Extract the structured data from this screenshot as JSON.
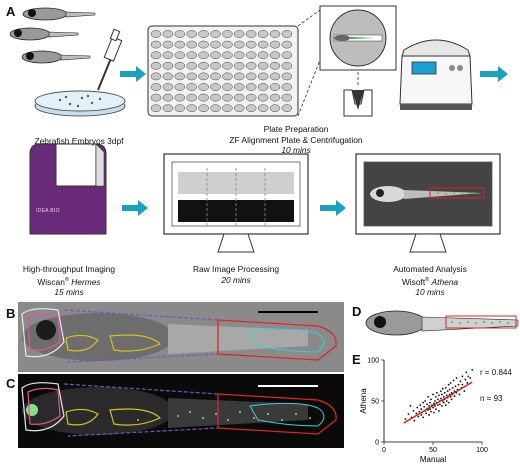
{
  "panels": {
    "A": "A",
    "B": "B",
    "C": "C",
    "D": "D",
    "E": "E"
  },
  "steps": {
    "embryos": {
      "line1": "Zebrafish Embryos 3dpf"
    },
    "plate": {
      "line1": "Plate Preparation",
      "line2": "ZF Alignment Plate & Centrifugation",
      "time": "10 mins"
    },
    "imaging": {
      "line1": "High-throughput Imaging",
      "brand": "Wiscan",
      "reg": "®",
      "product": "Hermes",
      "time": "15 mins"
    },
    "raw": {
      "line1": "Raw Image Processing",
      "time": "20 mins"
    },
    "analysis": {
      "line1": "Automated Analysis",
      "brand": "Wisoft",
      "reg": "®",
      "product": "Athena",
      "time": "10 mins"
    }
  },
  "device_label": "IDEA BIO",
  "chart_data": {
    "type": "scatter",
    "xlabel": "Manual",
    "ylabel": "Athena",
    "xlim": [
      0,
      100
    ],
    "ylim": [
      0,
      100
    ],
    "xticks": [
      "0",
      "50",
      "100"
    ],
    "yticks": [
      "0",
      "50",
      "100"
    ],
    "fit_line": {
      "x": [
        20,
        90
      ],
      "y": [
        23,
        73
      ],
      "color": "#d62020"
    },
    "annotations": [
      "r = 0.844",
      "n = 93"
    ],
    "points": [
      [
        22,
        28
      ],
      [
        25,
        34
      ],
      [
        28,
        30
      ],
      [
        30,
        38
      ],
      [
        31,
        26
      ],
      [
        33,
        35
      ],
      [
        34,
        42
      ],
      [
        35,
        31
      ],
      [
        36,
        37
      ],
      [
        37,
        45
      ],
      [
        38,
        33
      ],
      [
        38,
        40
      ],
      [
        39,
        36
      ],
      [
        40,
        48
      ],
      [
        40,
        30
      ],
      [
        41,
        43
      ],
      [
        42,
        38
      ],
      [
        42,
        50
      ],
      [
        43,
        35
      ],
      [
        44,
        41
      ],
      [
        44,
        46
      ],
      [
        45,
        39
      ],
      [
        45,
        55
      ],
      [
        46,
        33
      ],
      [
        46,
        44
      ],
      [
        47,
        48
      ],
      [
        47,
        40
      ],
      [
        48,
        52
      ],
      [
        48,
        37
      ],
      [
        49,
        45
      ],
      [
        50,
        42
      ],
      [
        50,
        58
      ],
      [
        51,
        47
      ],
      [
        51,
        36
      ],
      [
        52,
        50
      ],
      [
        52,
        44
      ],
      [
        53,
        55
      ],
      [
        53,
        40
      ],
      [
        54,
        48
      ],
      [
        54,
        60
      ],
      [
        55,
        45
      ],
      [
        55,
        52
      ],
      [
        56,
        38
      ],
      [
        56,
        57
      ],
      [
        57,
        50
      ],
      [
        57,
        46
      ],
      [
        58,
        62
      ],
      [
        58,
        53
      ],
      [
        59,
        44
      ],
      [
        59,
        58
      ],
      [
        60,
        50
      ],
      [
        60,
        65
      ],
      [
        61,
        55
      ],
      [
        61,
        48
      ],
      [
        62,
        60
      ],
      [
        62,
        52
      ],
      [
        63,
        45
      ],
      [
        63,
        66
      ],
      [
        64,
        57
      ],
      [
        64,
        50
      ],
      [
        65,
        62
      ],
      [
        65,
        54
      ],
      [
        66,
        70
      ],
      [
        66,
        48
      ],
      [
        67,
        58
      ],
      [
        67,
        64
      ],
      [
        68,
        55
      ],
      [
        68,
        72
      ],
      [
        69,
        60
      ],
      [
        69,
        52
      ],
      [
        70,
        66
      ],
      [
        70,
        58
      ],
      [
        71,
        75
      ],
      [
        72,
        62
      ],
      [
        72,
        56
      ],
      [
        73,
        68
      ],
      [
        74,
        60
      ],
      [
        74,
        78
      ],
      [
        75,
        64
      ],
      [
        76,
        70
      ],
      [
        77,
        58
      ],
      [
        78,
        74
      ],
      [
        79,
        66
      ],
      [
        80,
        80
      ],
      [
        80,
        70
      ],
      [
        82,
        62
      ],
      [
        83,
        76
      ],
      [
        84,
        85
      ],
      [
        85,
        72
      ],
      [
        86,
        80
      ],
      [
        88,
        78
      ],
      [
        90,
        88
      ],
      [
        27,
        44
      ]
    ],
    "point_color": "#111111"
  }
}
